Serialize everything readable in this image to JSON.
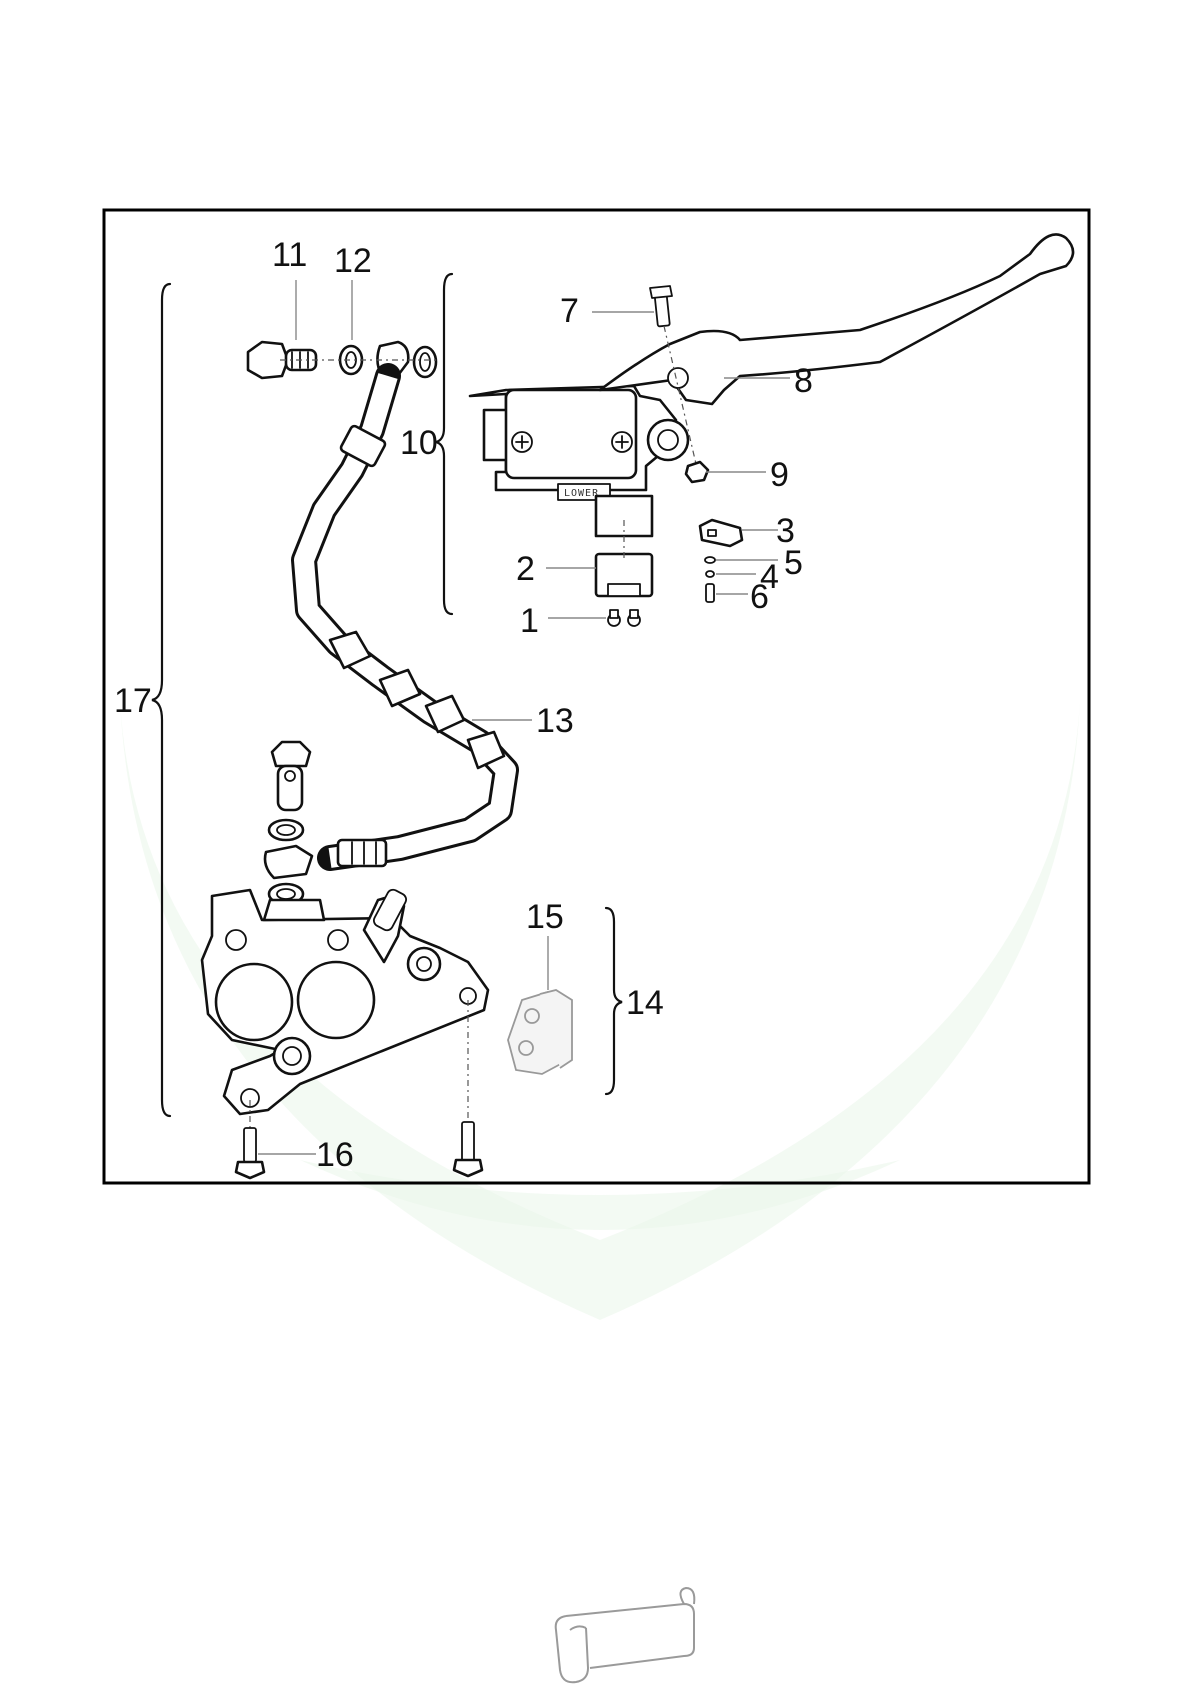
{
  "diagram": {
    "callouts": [
      "1",
      "2",
      "3",
      "4",
      "5",
      "6",
      "7",
      "8",
      "9",
      "10",
      "11",
      "12",
      "13",
      "14",
      "15",
      "16",
      "17"
    ],
    "stamp_text": "LOWER"
  },
  "colors": {
    "line": "#111111",
    "frame": "#000000",
    "watermark": "#eaf5ea"
  },
  "icons": {
    "footer": "scroll-icon"
  }
}
